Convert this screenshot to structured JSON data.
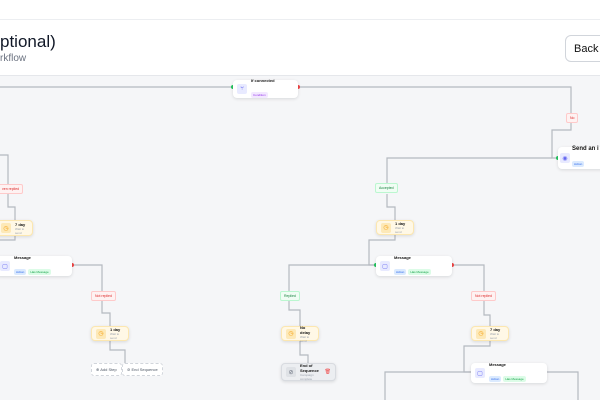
{
  "header": {
    "title": "ptional)",
    "subtitle": "rkflow",
    "back_label": "Back"
  },
  "nodes": {
    "if_connected": {
      "title": "If connected",
      "tag": "Condition",
      "icon": "branch-icon"
    },
    "send_invite": {
      "title": "Send an i",
      "tag": "Action",
      "icon": "send-icon"
    },
    "wait_1day_a": {
      "title": "1 day",
      "sub": "Wait to send"
    },
    "message_a": {
      "title": "Message",
      "tags": [
        "Action",
        "Has Message"
      ]
    },
    "no_delay": {
      "title": "No delay",
      "sub": "Wait to send"
    },
    "end_seq": {
      "title": "End of Sequence",
      "sub": "Campaign complete"
    },
    "wait_7day_b": {
      "title": "7 day",
      "sub": "Wait to send"
    },
    "message_b": {
      "title": "Message",
      "tags": [
        "Action",
        "Has Message"
      ]
    },
    "wait_7day_l": {
      "title": "7 day",
      "sub": "Wait to send"
    },
    "message_l": {
      "title": "Message",
      "tags": [
        "Action",
        "Has Message"
      ]
    },
    "wait_1day_l": {
      "title": "1 day",
      "sub": "Wait to send"
    }
  },
  "labels": {
    "no": "No",
    "accepted": "Accepted",
    "replied": "Replied",
    "not_replied": "Not replied",
    "not_replied_l": "ven replied"
  },
  "actions": {
    "add_step": "Add Step",
    "end_sequence": "End Sequence"
  },
  "colors": {
    "success": "#22c55e",
    "danger": "#ef4444",
    "wait": "#f59e0b",
    "accent": "#6366f1"
  }
}
